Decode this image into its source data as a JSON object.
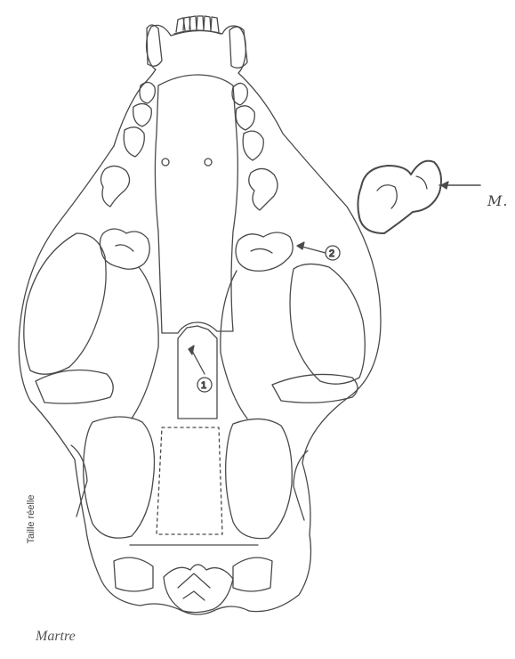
{
  "labels": {
    "side_text": "Taille réelle",
    "species": "Martre",
    "tooth_text": "M.",
    "callout_1": "1",
    "callout_2": "2"
  }
}
